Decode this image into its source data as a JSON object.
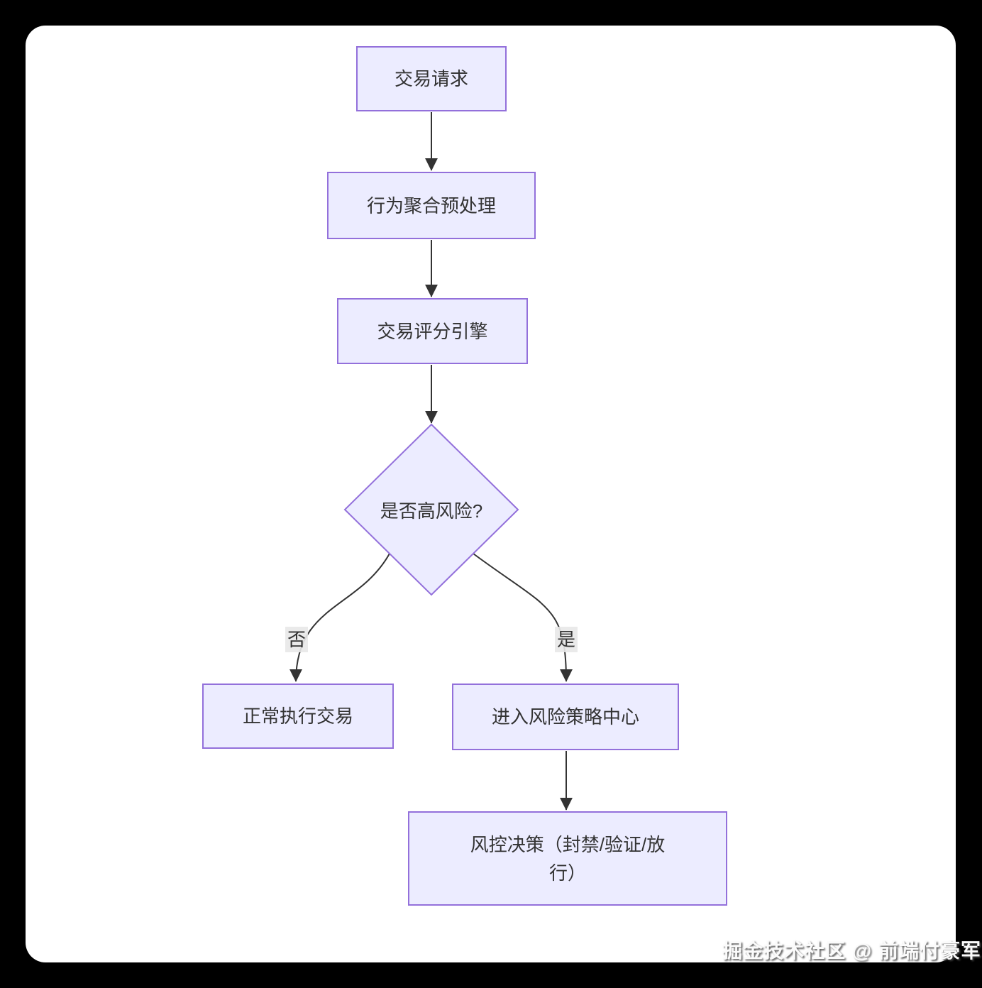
{
  "page": {
    "background_color": "#000000",
    "canvas_color": "#ffffff"
  },
  "diagram": {
    "type": "flowchart",
    "direction": "top-down",
    "colors": {
      "node_fill": "#ECECFF",
      "node_border": "#9370DB",
      "edge_color": "#333333",
      "text_color": "#333333",
      "edge_label_bg": "#e8e8e8"
    },
    "nodes": [
      {
        "id": "transaction-request",
        "shape": "rect",
        "label": "交易请求"
      },
      {
        "id": "behavior-preprocess",
        "shape": "rect",
        "label": "行为聚合预处理"
      },
      {
        "id": "scoring-engine",
        "shape": "rect",
        "label": "交易评分引擎"
      },
      {
        "id": "high-risk-decision",
        "shape": "diamond",
        "label": "是否高风险?"
      },
      {
        "id": "execute-normally",
        "shape": "rect",
        "label": "正常执行交易"
      },
      {
        "id": "risk-strategy-center",
        "shape": "rect",
        "label": "进入风险策略中心"
      },
      {
        "id": "risk-control-decision",
        "shape": "rect",
        "label": "风控决策（封禁/验证/放行）"
      }
    ],
    "edges": [
      {
        "from": "transaction-request",
        "to": "behavior-preprocess",
        "label": ""
      },
      {
        "from": "behavior-preprocess",
        "to": "scoring-engine",
        "label": ""
      },
      {
        "from": "scoring-engine",
        "to": "high-risk-decision",
        "label": ""
      },
      {
        "from": "high-risk-decision",
        "to": "execute-normally",
        "label": "否"
      },
      {
        "from": "high-risk-decision",
        "to": "risk-strategy-center",
        "label": "是"
      },
      {
        "from": "risk-strategy-center",
        "to": "risk-control-decision",
        "label": ""
      }
    ]
  },
  "watermark": {
    "text": "掘金技术社区 @ 前端付豪军"
  }
}
